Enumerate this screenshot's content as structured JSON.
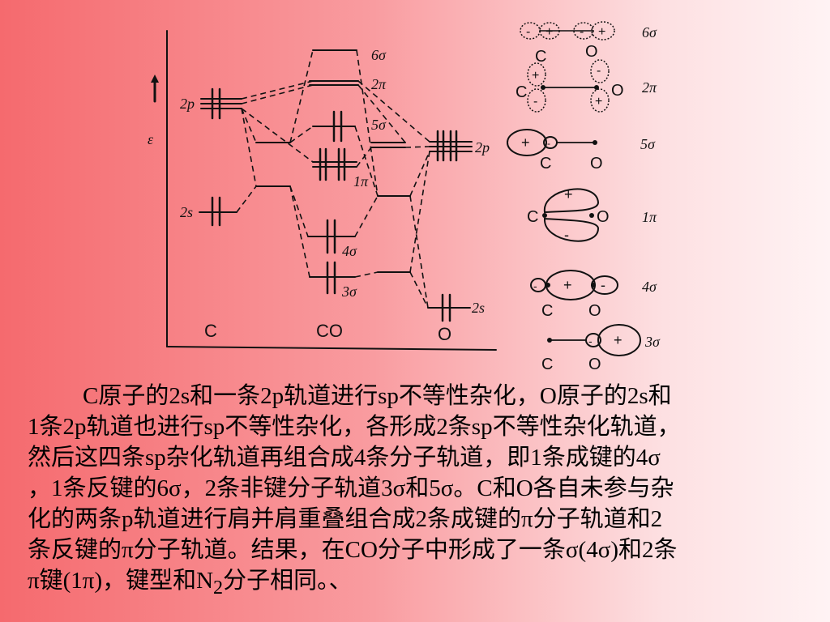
{
  "diagram": {
    "axis_label": "ε",
    "c_labels": [
      "2p",
      "2s"
    ],
    "o_labels": [
      "2p",
      "2s"
    ],
    "mo_labels": [
      "6σ",
      "2π",
      "5σ",
      "1π",
      "4σ",
      "3σ"
    ],
    "bottom_labels": [
      "C",
      "CO",
      "O"
    ],
    "orbital_shapes": [
      {
        "name": "6σ",
        "signs": [
          "-",
          "+",
          "-",
          "+"
        ],
        "atoms": [
          "C",
          "O"
        ]
      },
      {
        "name": "2π",
        "signs": [
          "+",
          "-",
          "-",
          "+"
        ],
        "atoms": [
          "C",
          "O"
        ]
      },
      {
        "name": "5σ",
        "signs": [
          "+",
          "-"
        ],
        "atoms": [
          "C",
          "O"
        ]
      },
      {
        "name": "1π",
        "signs": [
          "+",
          "-"
        ],
        "atoms": [
          "C",
          "O"
        ]
      },
      {
        "name": "4σ",
        "signs": [
          "-",
          "+",
          "-"
        ],
        "atoms": [
          "C",
          "O"
        ]
      },
      {
        "name": "3σ",
        "signs": [
          "-",
          "+"
        ],
        "atoms": [
          "C",
          "O"
        ]
      }
    ]
  },
  "caption": {
    "line1": "C原子的2s和一条2p轨道进行sp不等性杂化，O原子的2s和",
    "line2": "1条2p轨道也进行sp不等性杂化，各形成2条sp不等性杂化轨道，",
    "line3": "然后这四条sp杂化轨道再组合成4条分子轨道，即1条成键的4σ",
    "line4": "，1条反键的6σ，2条非键分子轨道3σ和5σ。C和O各自未参与杂",
    "line5": "化的两条p轨道进行肩并肩重叠组合成2条成键的π分子轨道和2",
    "line6": "条反键的π分子轨道。结果，在CO分子中形成了一条σ(4σ)和2条",
    "line7_a": "π键(1π)，键型和N",
    "line7_sub": "2",
    "line7_b": "分子相同。、"
  }
}
